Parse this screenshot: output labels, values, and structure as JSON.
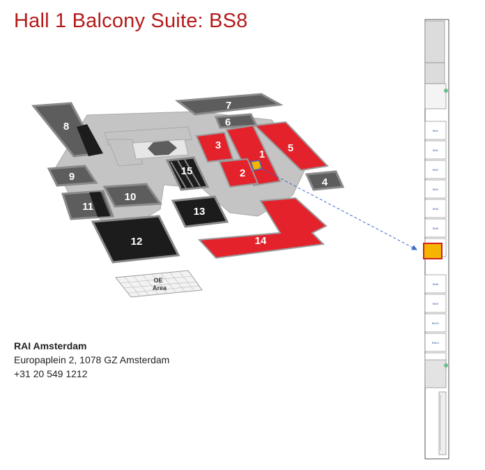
{
  "title": "Hall 1  Balcony Suite: BS8",
  "colors": {
    "title": "#b51a1a",
    "hall_red": "#e3222b",
    "hall_dark": "#1c1c1c",
    "hall_gray": "#5d5d5d",
    "walkway": "#bdbdbd",
    "highlight": "#f5b400",
    "arrow": "#3b6cc4"
  },
  "map": {
    "halls": [
      {
        "id": "1",
        "label": "1",
        "color": "red"
      },
      {
        "id": "2",
        "label": "2",
        "color": "red"
      },
      {
        "id": "3",
        "label": "3",
        "color": "red"
      },
      {
        "id": "4",
        "label": "4",
        "color": "gray"
      },
      {
        "id": "5",
        "label": "5",
        "color": "red"
      },
      {
        "id": "6",
        "label": "6",
        "color": "gray"
      },
      {
        "id": "7",
        "label": "7",
        "color": "gray"
      },
      {
        "id": "8",
        "label": "8",
        "color": "gray"
      },
      {
        "id": "9",
        "label": "9",
        "color": "gray"
      },
      {
        "id": "10",
        "label": "10",
        "color": "gray"
      },
      {
        "id": "11",
        "label": "11",
        "color": "gray"
      },
      {
        "id": "12",
        "label": "12",
        "color": "dark"
      },
      {
        "id": "13",
        "label": "13",
        "color": "dark"
      },
      {
        "id": "14",
        "label": "14",
        "color": "red"
      },
      {
        "id": "15",
        "label": "15",
        "color": "dark"
      }
    ],
    "oe_area_label": [
      "OE",
      "Area"
    ]
  },
  "floorplan": {
    "room_labels": [
      "BM1",
      "BM2",
      "BM3",
      "BM4",
      "BM5",
      "BM6",
      "BM7",
      "BM8",
      "BM9",
      "BM10",
      "BM11",
      "BM12"
    ],
    "highlight": "BS8"
  },
  "address": {
    "name": "RAI Amsterdam",
    "street": "Europaplein 2, 1078 GZ Amsterdam",
    "phone": "+31 20 549 1212"
  }
}
